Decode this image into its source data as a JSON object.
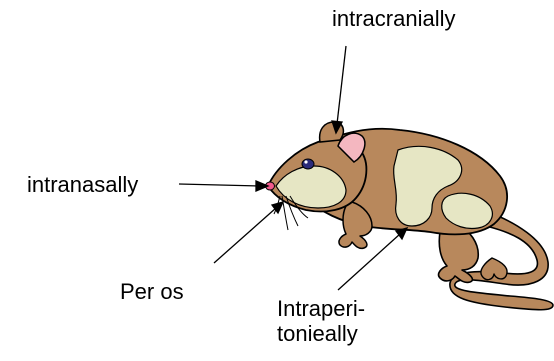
{
  "labels": {
    "intracranial": "intracranially",
    "intranasal": "intranasally",
    "per_os": "Per os",
    "intraperitoneal_line1": "Intraperi-",
    "intraperitoneal_line2": "tonieally"
  },
  "colors": {
    "fur_brown": "#b8885c",
    "fur_light": "#e6e6c4",
    "ear_pink": "#f4b7c0",
    "nose_pink": "#f25a8c",
    "outline": "#000000"
  }
}
